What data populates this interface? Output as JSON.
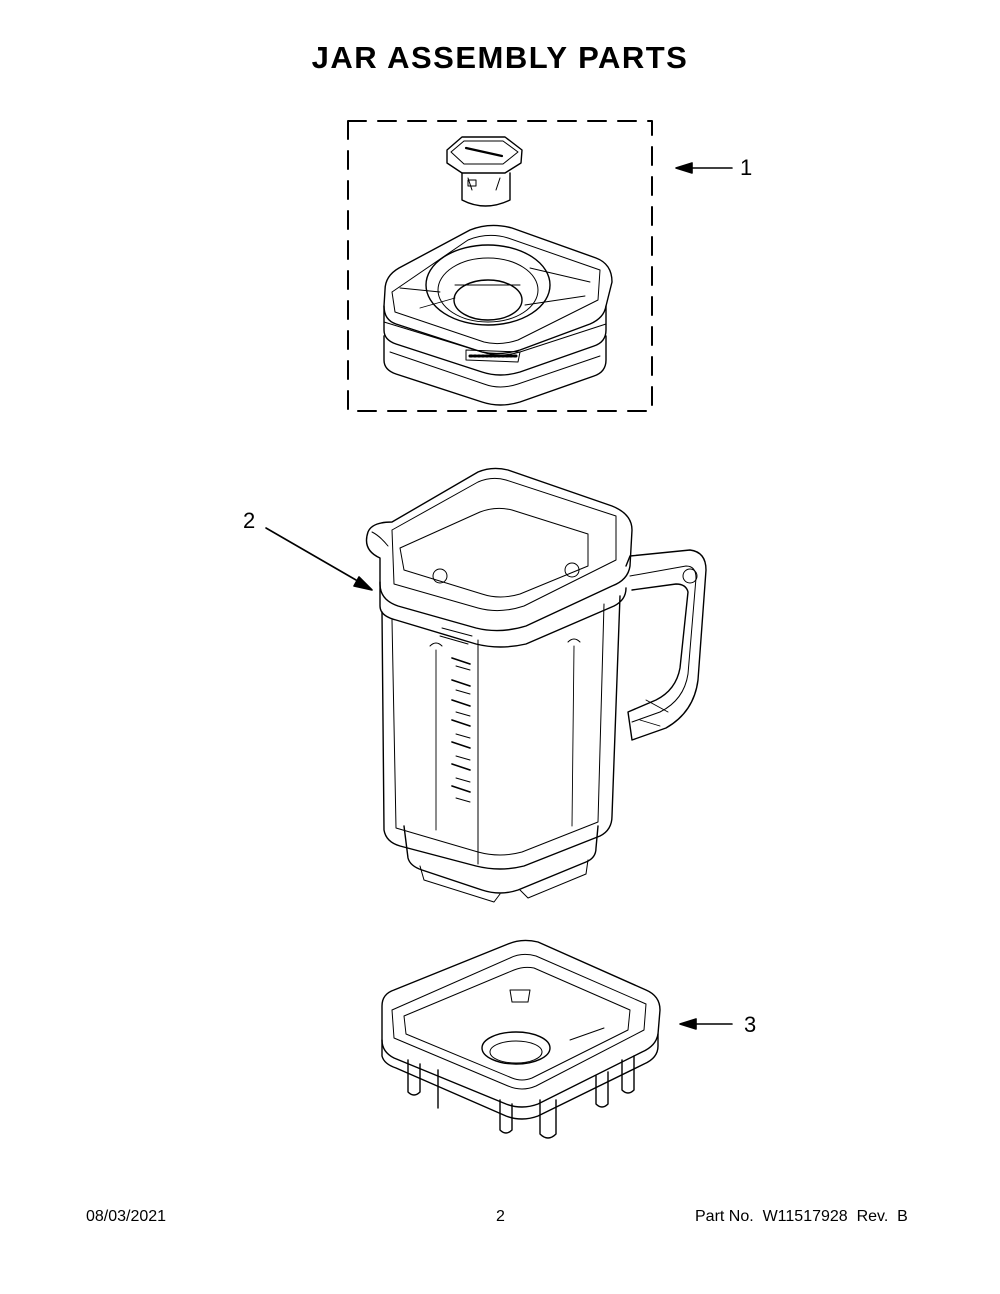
{
  "page": {
    "title": "JAR ASSEMBLY PARTS"
  },
  "callouts": [
    {
      "number": "1"
    },
    {
      "number": "2"
    },
    {
      "number": "3"
    }
  ],
  "parts": [
    {
      "name": "lid-assembly"
    },
    {
      "name": "jar"
    },
    {
      "name": "jar-base"
    }
  ],
  "footer": {
    "date": "08/03/2021",
    "page_number": "2",
    "part_label": "Part No.  W11517928  Rev.  B"
  }
}
